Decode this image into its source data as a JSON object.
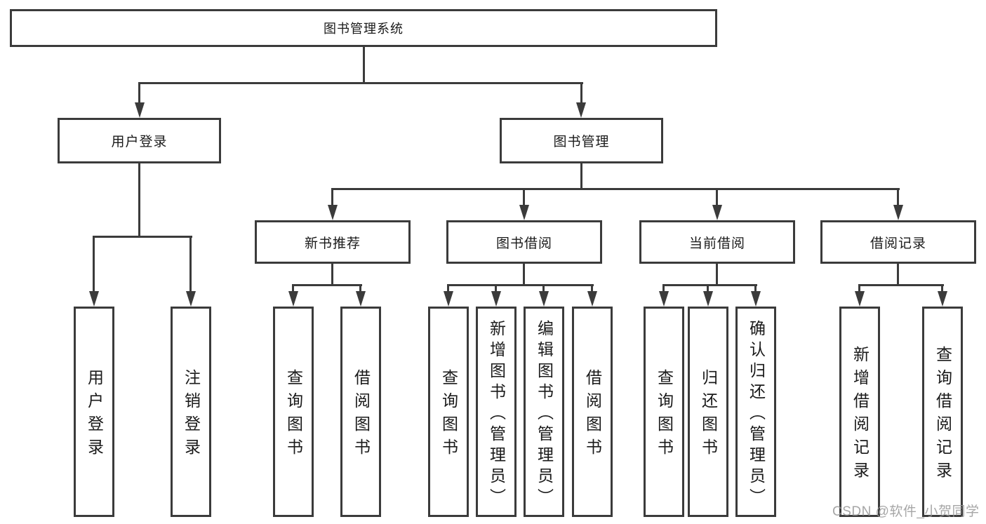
{
  "tree": {
    "label": "图书管理系统",
    "children": [
      {
        "label": "用户登录",
        "children": [
          {
            "label": "用户登录"
          },
          {
            "label": "注销登录"
          }
        ]
      },
      {
        "label": "图书管理",
        "children": [
          {
            "label": "新书推荐",
            "children": [
              {
                "label": "查询图书"
              },
              {
                "label": "借阅图书"
              }
            ]
          },
          {
            "label": "图书借阅",
            "children": [
              {
                "label": "查询图书"
              },
              {
                "label": "新增图书（管理员）"
              },
              {
                "label": "编辑图书（管理员）"
              },
              {
                "label": "借阅图书"
              }
            ]
          },
          {
            "label": "当前借阅",
            "children": [
              {
                "label": "查询图书"
              },
              {
                "label": "归还图书"
              },
              {
                "label": "确认归还（管理员）"
              }
            ]
          },
          {
            "label": "借阅记录",
            "children": [
              {
                "label": "新增借阅记录"
              },
              {
                "label": "查询借阅记录"
              }
            ]
          }
        ]
      }
    ]
  },
  "watermark": {
    "text": "CSDN @软件_小贺同学"
  },
  "colors": {
    "line": "#3b3b3b",
    "text": "#1a1a1a",
    "background": "#ffffff",
    "watermark": "#969696"
  }
}
